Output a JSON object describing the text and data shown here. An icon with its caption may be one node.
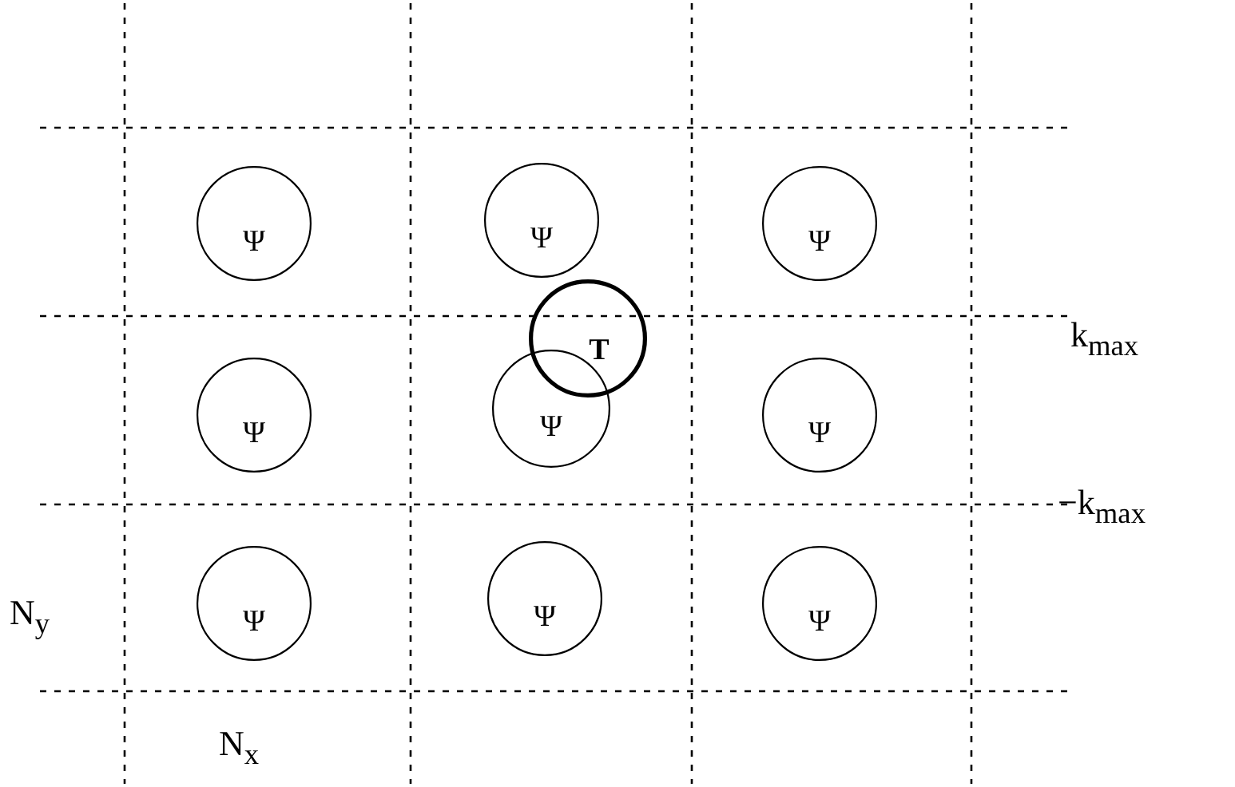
{
  "diagram": {
    "nodes": [
      {
        "text": [
          "Ψ"
        ]
      },
      {
        "text": [
          "Ψ"
        ]
      },
      {
        "text": [
          "Ψ"
        ]
      },
      {
        "text": [
          "Ψ"
        ]
      },
      {
        "text": [
          "Ψ"
        ]
      },
      {
        "text": [
          "Ψ"
        ]
      },
      {
        "text": [
          "Ψ"
        ]
      },
      {
        "text": [
          "Ψ"
        ]
      },
      {
        "text": [
          "Ψ"
        ]
      },
      {
        "text": [
          "T"
        ]
      }
    ],
    "edges": [],
    "labels": [
      "k$_{max}$",
      "−k$_{max}$",
      "N$_{y}$",
      "N$_{x}$"
    ]
  }
}
